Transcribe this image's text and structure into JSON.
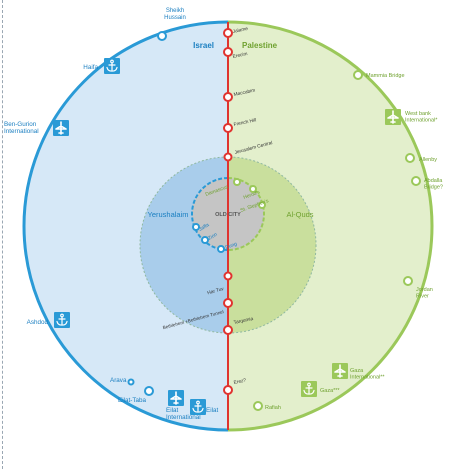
{
  "colors": {
    "israel_fill": "#d6e8f7",
    "israel_ring": "#2a9ad6",
    "israel_text": "#1b7fc1",
    "palestine_fill": "#e3efcc",
    "palestine_ring": "#9bc85a",
    "palestine_text": "#6fa12f",
    "divider": "#e0332f",
    "jerusalem_west": "#a9cdeb",
    "jerusalem_east": "#c9df9d",
    "old_city": "#c5c5c5",
    "dark_text": "#333333"
  },
  "regions": {
    "israel": "Israel",
    "palestine": "Palestine",
    "yerushalaim": "Yerushalaim",
    "al_quds": "Al-Quds",
    "old_city": "OLD CITY"
  },
  "border_stations": [
    {
      "id": "jalame",
      "label": "Jalame"
    },
    {
      "id": "erez-north",
      "label": "Erecim"
    },
    {
      "id": "maccabim",
      "label": "Maccabim"
    },
    {
      "id": "french-hill",
      "label": "French Hill"
    },
    {
      "id": "jerusalem-central",
      "label": "Jerusalem Central"
    },
    {
      "id": "hadassah",
      "label": "Har Tuv"
    },
    {
      "id": "bethlehem",
      "label": "Bethlehem +Bethlehem Tunnel"
    },
    {
      "id": "tarqumia",
      "label": "Tarqumia"
    },
    {
      "id": "erez",
      "label": "Erez?"
    }
  ],
  "israel_stations": [
    {
      "id": "sheikh-hussain",
      "label": "Sheikh Hussain"
    },
    {
      "id": "haifa",
      "label": "Haifa",
      "icon": "port"
    },
    {
      "id": "ben-gurion",
      "label": "Ben-Gurion International",
      "icon": "airport"
    },
    {
      "id": "ashdod",
      "label": "Ashdod",
      "icon": "port"
    },
    {
      "id": "arava",
      "label": "Arava"
    },
    {
      "id": "eilat-taba",
      "label": "Eilat-Taba"
    },
    {
      "id": "eilat-international",
      "label": "Eilat International",
      "icon": "airport"
    },
    {
      "id": "eilat",
      "label": "Eilat",
      "icon": "port"
    }
  ],
  "palestine_stations": [
    {
      "id": "mammia-bridge",
      "label": "Mammia Bridge"
    },
    {
      "id": "west-bank-international",
      "label": "West bank International*",
      "icon": "airport"
    },
    {
      "id": "allenby",
      "label": "Allenby"
    },
    {
      "id": "abdalla-bridge",
      "label": "Abdalla Bridge?"
    },
    {
      "id": "jordan-river",
      "label": "Jordan River"
    },
    {
      "id": "gaza-international",
      "label": "Gaza International**",
      "icon": "airport"
    },
    {
      "id": "gaza",
      "label": "Gaza***",
      "icon": "port"
    },
    {
      "id": "rafiah",
      "label": "Rafiah"
    }
  ],
  "old_city_stations": [
    {
      "id": "damascus",
      "label": "Damascus"
    },
    {
      "id": "herods",
      "label": "Herod's"
    },
    {
      "id": "st-stephens",
      "label": "St. Stephen's"
    },
    {
      "id": "jaffa",
      "label": "Jaffa"
    },
    {
      "id": "zion",
      "label": "Zion"
    },
    {
      "id": "dung",
      "label": "Dung"
    }
  ]
}
